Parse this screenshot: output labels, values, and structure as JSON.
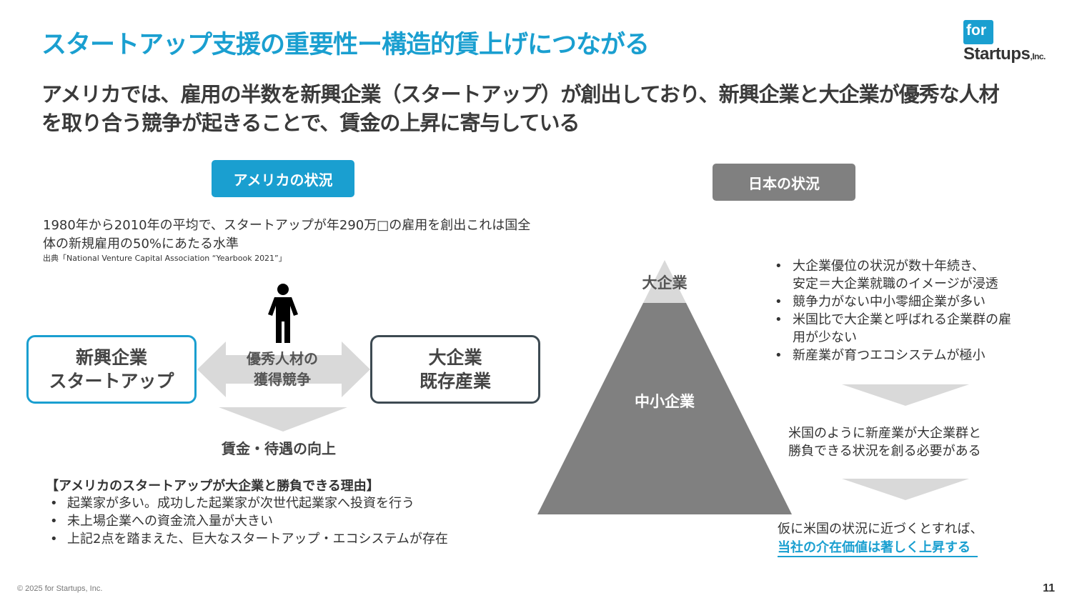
{
  "title": "スタートアップ支援の重要性ー構造的賃上げにつながる",
  "logo": {
    "top": "for",
    "bottom": "Startups",
    "suffix": ",Inc."
  },
  "subtitle": "アメリカでは、雇用の半数を新興企業（スタートアップ）が創出しており、新興企業と大企業が優秀な人材を取り合う競争が起きることで、賃金の上昇に寄与している",
  "usa": {
    "label": "アメリカの状況",
    "description": "1980年から2010年の平均で、スタートアップが年290万□の雇用を創出これは国全体の新規雇用の50%にあたる水準",
    "source": "出典「National Venture Capital Association “Yearbook 2021”」",
    "startup_box": {
      "line1": "新興企業",
      "line2": "スタートアップ"
    },
    "large_box": {
      "line1": "大企業",
      "line2": "既存産業"
    },
    "compete": {
      "line1": "優秀人材の",
      "line2": "獲得競争"
    },
    "wage": "賃金・待遇の向上",
    "reasons_title": "【アメリカのスタートアップが大企業と勝負できる理由】",
    "reasons": [
      "起業家が多い。成功した起業家が次世代起業家へ投資を行う",
      "未上場企業への資金流入量が大きい",
      "上記2点を踏まえた、巨大なスタートアップ・エコシステムが存在"
    ]
  },
  "japan": {
    "label": "日本の状況",
    "pyramid_top": "大企業",
    "pyramid_bottom": "中小企業",
    "points": [
      {
        "line1": "大企業優位の状況が数十年続き、",
        "line2": "安定＝大企業就職のイメージが浸透"
      },
      {
        "line1": "競争力がない中小零細企業が多い",
        "line2": ""
      },
      {
        "line1": "米国比で大企業と呼ばれる企業群の雇",
        "line2": "用が少ない"
      },
      {
        "line1": "新産業が育つエコシステムが極小",
        "line2": ""
      }
    ],
    "need": {
      "line1": "米国のように新産業が大企業群と",
      "line2": "勝負できる状況を創る必要がある"
    },
    "conclusion": {
      "line1": "仮に米国の状況に近づくとすれば、",
      "highlight": "当社の介在価値は著しく上昇する"
    }
  },
  "footer": {
    "copyright": "© 2025 for Startups, Inc.",
    "page": "11"
  },
  "colors": {
    "accent": "#1a9fd0",
    "gray": "#808080",
    "arrow": "#d9d9d9",
    "pyramid": "#808080",
    "pyramid_top": "#d9d9d9"
  }
}
